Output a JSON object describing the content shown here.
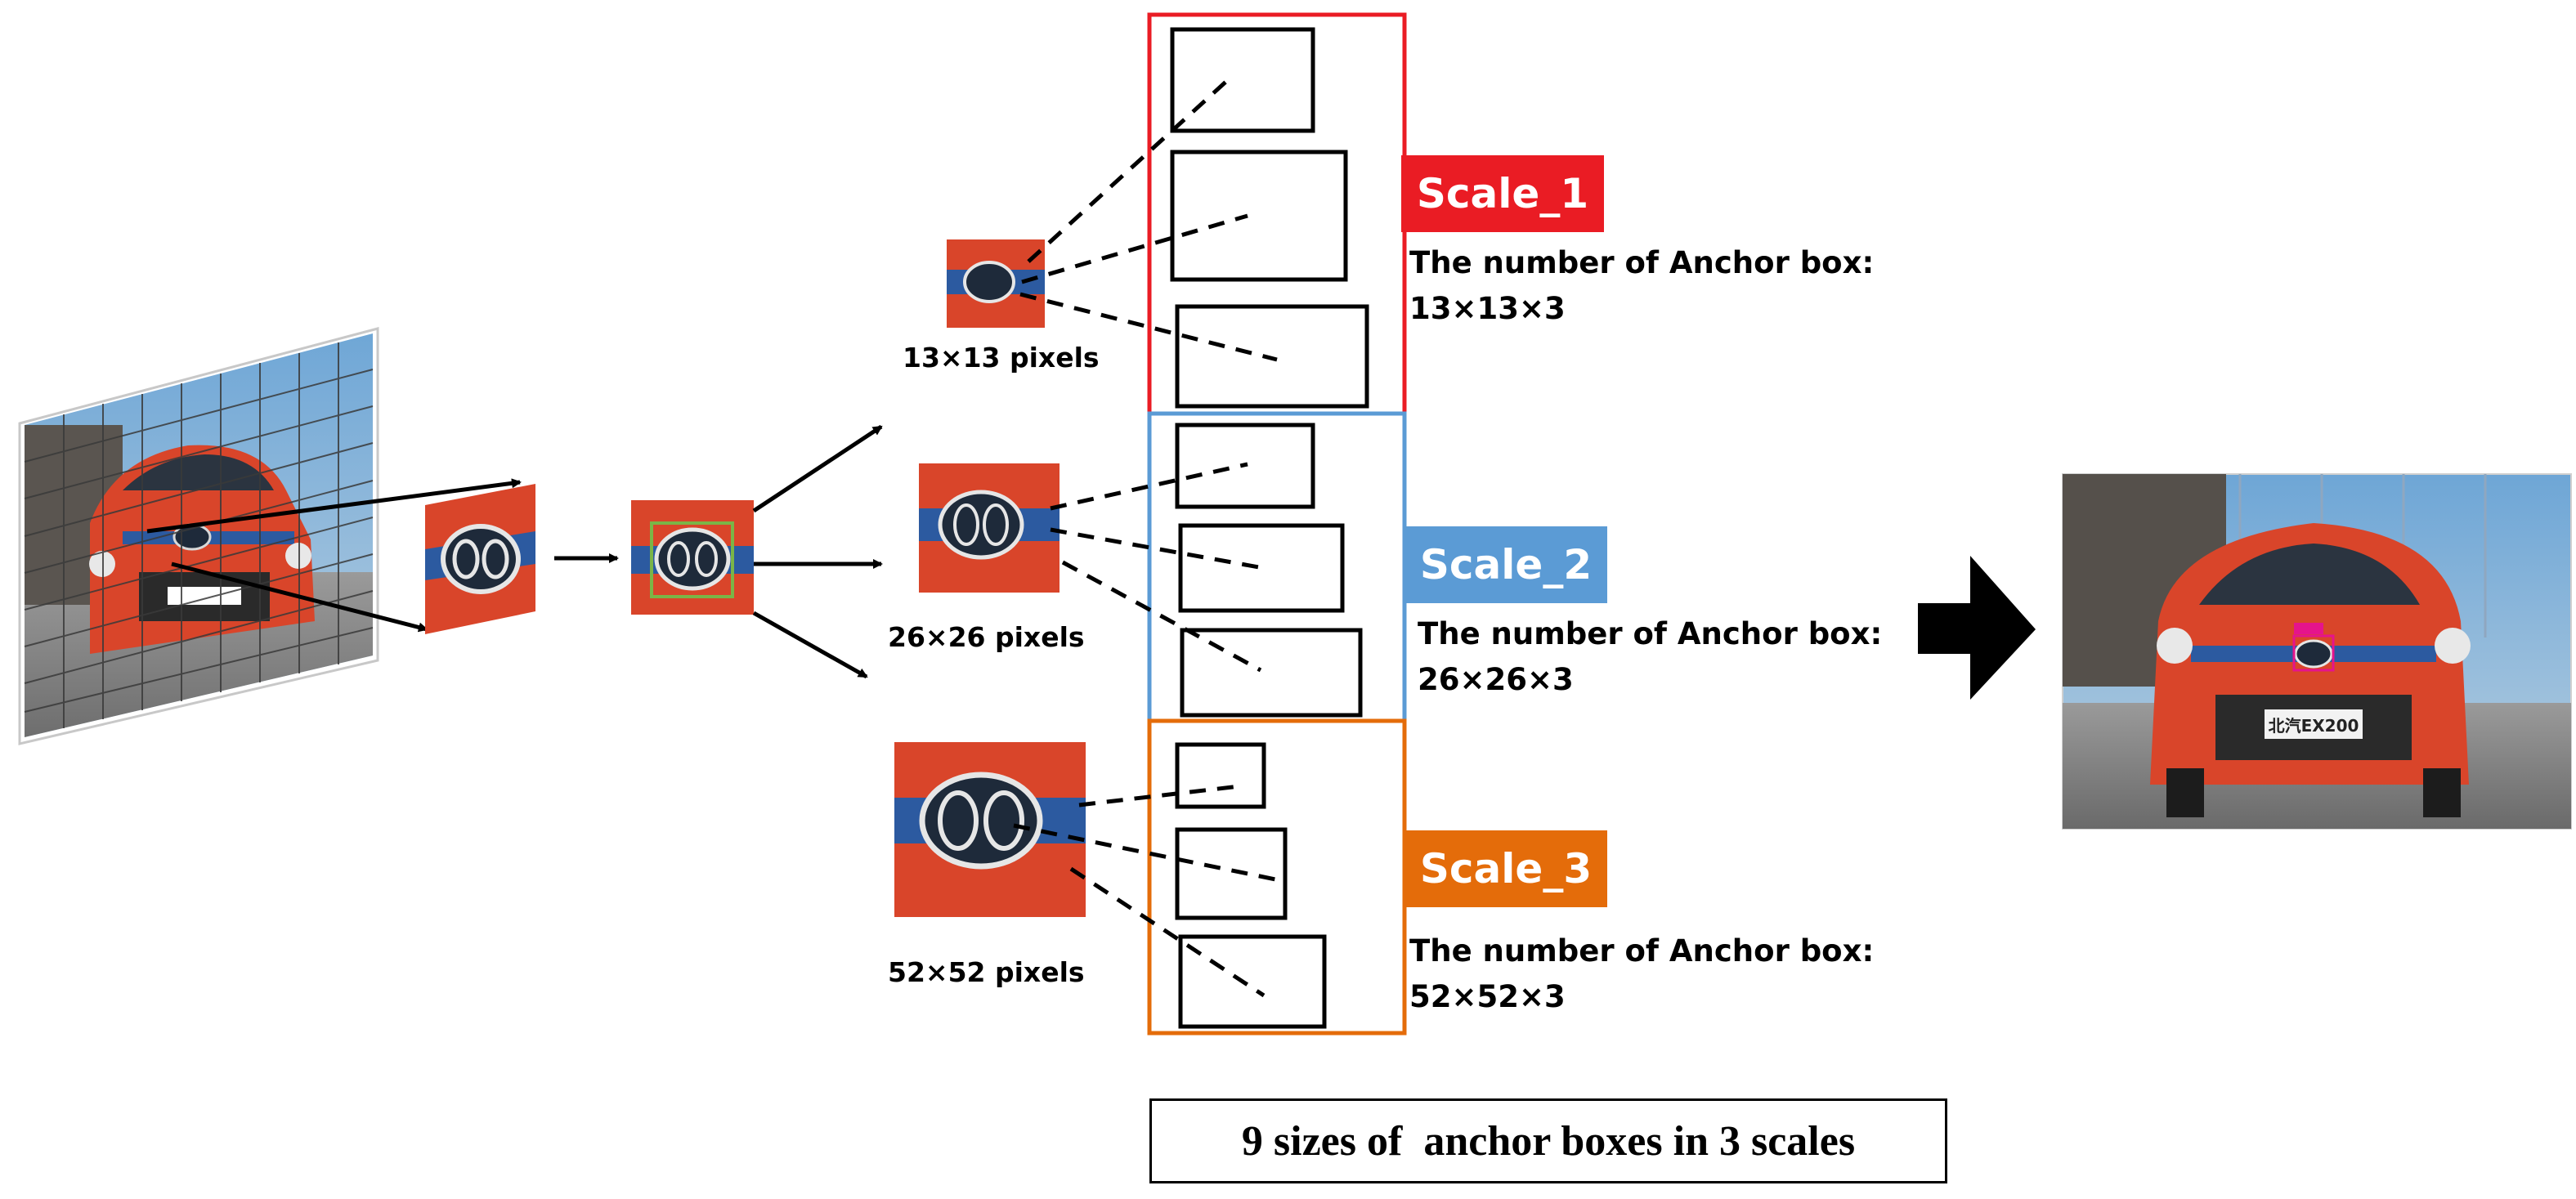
{
  "feature_maps": [
    {
      "label": "13×13 pixels"
    },
    {
      "label": "26×26 pixels"
    },
    {
      "label": "52×52 pixels"
    }
  ],
  "scales": [
    {
      "badge": "Scale_1",
      "color": "#ea1c24",
      "caption": "The number of Anchor box:",
      "count": "13×13×3"
    },
    {
      "badge": "Scale_2",
      "color": "#5b9bd5",
      "caption": "The number of Anchor box:",
      "count": "26×26×3"
    },
    {
      "badge": "Scale_3",
      "color": "#e46c0a",
      "caption": "The number of Anchor box:",
      "count": "52×52×3"
    }
  ],
  "output_logo_text": "北汽EX200",
  "footer": "9 sizes of  anchor boxes in 3 scales",
  "colors": {
    "car_body": "#d9452a",
    "grille_blue": "#2c5aa0",
    "detection_box": "#e5148c"
  }
}
